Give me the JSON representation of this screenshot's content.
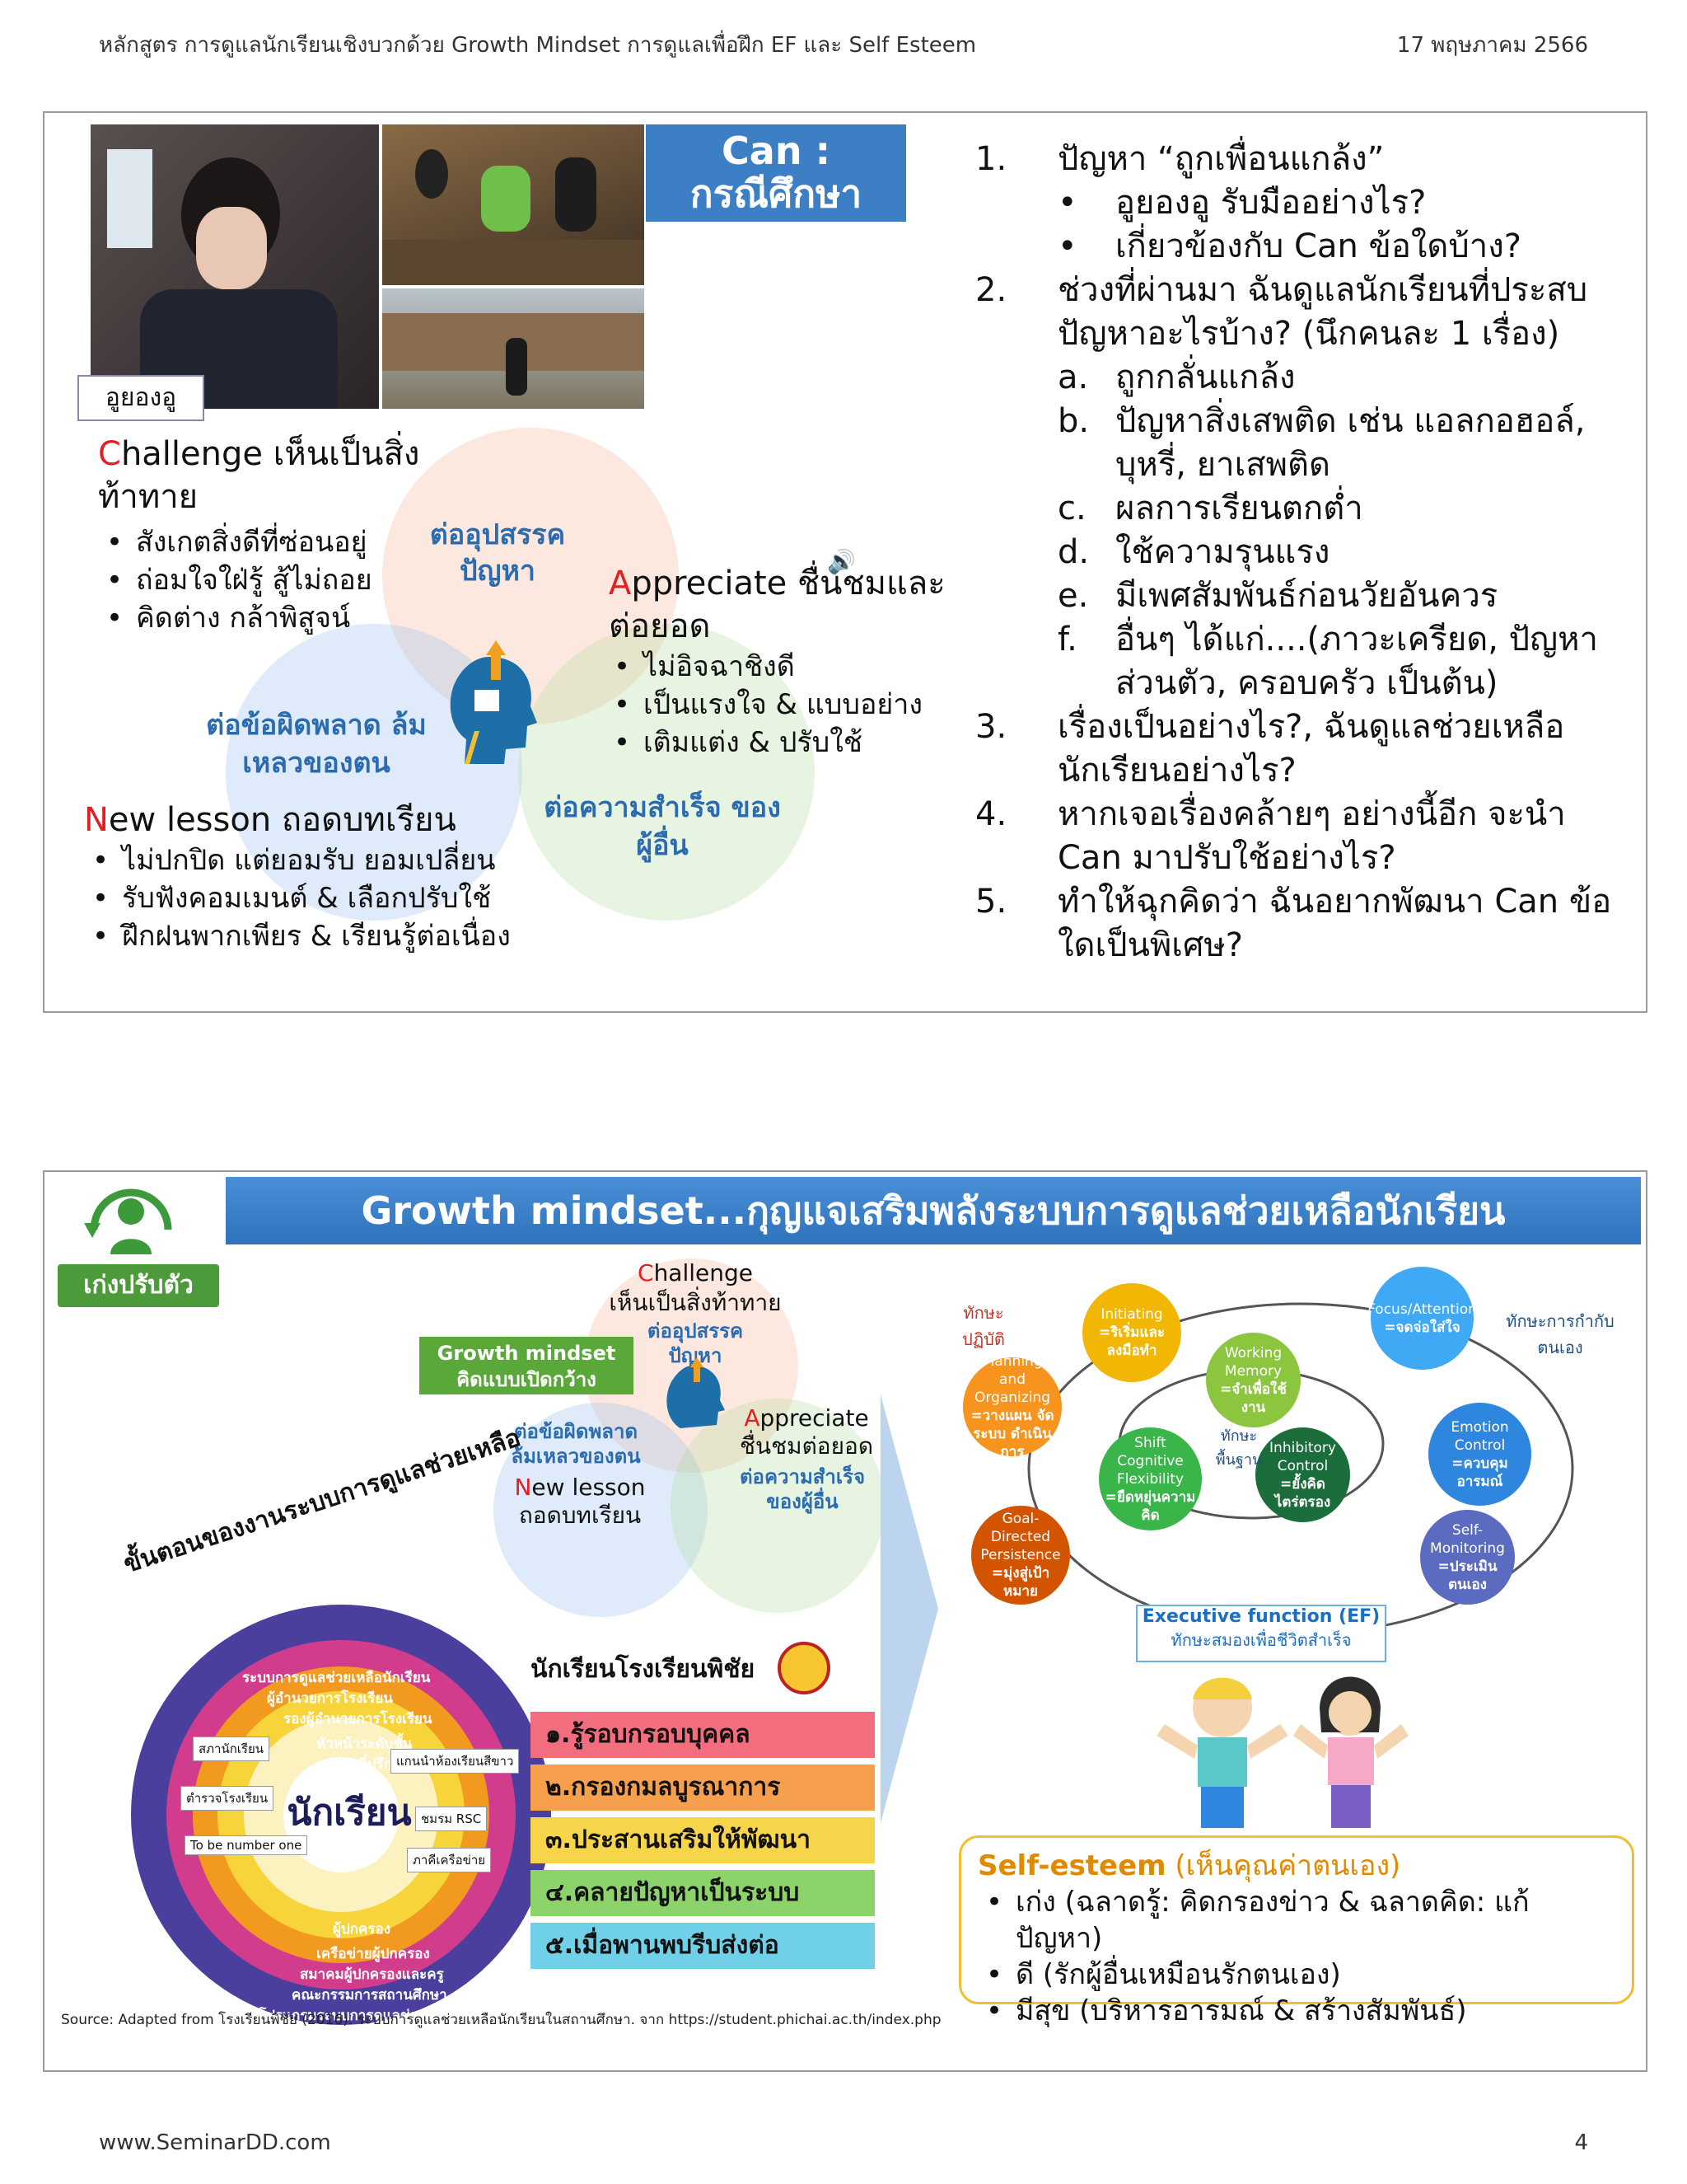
{
  "header": {
    "course_title": "หลักสูตร การดูแลนักเรียนเชิงบวกด้วย Growth Mindset การดูแลเพื่อฝึก EF และ Self Esteem",
    "date": "17 พฤษภาคม 2566"
  },
  "slide1": {
    "photo_caption": "อูยองอู",
    "can_title_line1": "Can :",
    "can_title_line2": "กรณีศึกษา",
    "questions": [
      {
        "num": "1.",
        "text": "ปัญหา “ถูกเพื่อนแกล้ง”"
      },
      {
        "num": "•",
        "text": "อูยองอู รับมืออย่างไร?",
        "sub": true
      },
      {
        "num": "•",
        "text": "เกี่ยวข้องกับ Can ข้อใดบ้าง?",
        "sub": true
      },
      {
        "num": "2.",
        "text": "ช่วงที่ผ่านมา ฉันดูแลนักเรียนที่ประสบปัญหาอะไรบ้าง? (นึกคนละ 1 เรื่อง)"
      },
      {
        "num": "a.",
        "text": "ถูกกลั่นแกล้ง",
        "sub": true
      },
      {
        "num": "b.",
        "text": "ปัญหาสิ่งเสพติด เช่น แอลกอฮอล์, บุหรี่, ยาเสพติด",
        "sub": true
      },
      {
        "num": "c.",
        "text": "ผลการเรียนตกต่ำ",
        "sub": true
      },
      {
        "num": "d.",
        "text": "ใช้ความรุนแรง",
        "sub": true
      },
      {
        "num": "e.",
        "text": "มีเพศสัมพันธ์ก่อนวัยอันควร",
        "sub": true
      },
      {
        "num": "f.",
        "text": "อื่นๆ ได้แก่....(ภาวะเครียด, ปัญหาส่วนตัว, ครอบครัว เป็นต้น)",
        "sub": true
      },
      {
        "num": "3.",
        "text": "เรื่องเป็นอย่างไร?, ฉันดูแลช่วยเหลือนักเรียนอย่างไร?"
      },
      {
        "num": "4.",
        "text": "หากเจอเรื่องคล้ายๆ อย่างนี้อีก จะนำ Can มาปรับใช้อย่างไร?"
      },
      {
        "num": "5.",
        "text": "ทำให้ฉุกคิดว่า ฉันอยากพัฒนา Can ข้อใดเป็นพิเศษ?"
      }
    ],
    "challenge": {
      "letter": "C",
      "rest": "hallenge เห็นเป็นสิ่งท้าทาย",
      "bullets": [
        "สังเกตสิ่งดีที่ซ่อนอยู่",
        "ถ่อมใจใฝ่รู้ สู้ไม่ถอย",
        "คิดต่าง กล้าพิสูจน์"
      ]
    },
    "appreciate": {
      "letter": "A",
      "rest": "ppreciate ชื่นชมและต่อยอด",
      "bullets": [
        "ไม่อิจฉาชิงดี",
        "เป็นแรงใจ & แบบอย่าง",
        "เติมแต่ง & ปรับใช้"
      ]
    },
    "newlesson": {
      "letter": "N",
      "rest": "ew lesson ถอดบทเรียน",
      "bullets": [
        "ไม่ปกปิด แต่ยอมรับ ยอมเปลี่ยน",
        "รับฟังคอมเมนต์ & เลือกปรับใช้",
        "ฝึกฝนพากเพียร & เรียนรู้ต่อเนื่อง"
      ]
    },
    "venn_top": "ต่ออุปสรรค ปัญหา",
    "venn_left": "ต่อข้อผิดพลาด ล้มเหลวของตน",
    "venn_right": "ต่อความสำเร็จ ของผู้อื่น"
  },
  "slide2": {
    "banner": "Growth mindset...กุญแจเสริมพลังระบบการดูแลช่วยเหลือนักเรียน",
    "tag": "เก่งปรับตัว",
    "gm_label_line1": "Growth mindset",
    "gm_label_line2": "คิดแบบเปิดกว้าง",
    "venn": {
      "challenge_letter": "C",
      "challenge_rest": "hallenge",
      "challenge_sub": "เห็นเป็นสิ่งท้าทาย",
      "top": "ต่ออุปสรรค ปัญหา",
      "appreciate_letter": "A",
      "appreciate_rest": "ppreciate",
      "appreciate_sub": "ชื่นชมต่อยอด",
      "right": "ต่อความสำเร็จ ของผู้อื่น",
      "left": "ต่อข้อผิดพลาด ล้มเหลวของตน",
      "new_letter": "N",
      "new_rest": "ew lesson",
      "new_sub": "ถอดบทเรียน"
    },
    "system_title": "ขั้นตอนของงานระบบการดูแลช่วยเหลือ",
    "school_label": "นักเรียนโรงเรียนพิชัย",
    "center_label": "นักเรียน",
    "ring_labels": [
      "ระบบการดูแลช่วยเหลือนักเรียน",
      "ผู้อำนวยการโรงเรียน",
      "รองผู้อำนวยการโรงเรียน",
      "หัวหน้าระดับชั้น",
      "ครูที่ปรึกษา",
      "ผู้ปกครอง",
      "เครือข่ายผู้ปกครอง",
      "สมาคมผู้ปกครองและครู",
      "คณะกรรมการสถานศึกษา",
      "โปรแกรมระบบการดูแลช่วยเหลือนักเรียน"
    ],
    "inner_labels": [
      "สภานักเรียน",
      "แกนนำห้องเรียนสีขาว",
      "ตำรวจโรงเรียน",
      "ชมรม RSC",
      "To be number one",
      "ภาคีเครือข่าย"
    ],
    "steps": [
      "๑.รู้รอบกรอบบุคคล",
      "๒.กรองกมลบูรณาการ",
      "๓.ประสานเสริมให้พัฒนา",
      "๔.คลายปัญหาเป็นระบบ",
      "๕.เมื่อพานพบรีบส่งต่อ"
    ],
    "ef": {
      "practice_label": "ทักษะปฏิบัติ",
      "self_reg_label": "ทักษะการกำกับตนเอง",
      "base_label": "ทักษะพื้นฐาน",
      "title": "Executive function (EF)",
      "subtitle": "ทักษะสมองเพื่อชีวิตสำเร็จ",
      "circles": [
        {
          "name": "Initiating",
          "th": "=ริเริ่มและลงมือทำ",
          "color": "#f2b705"
        },
        {
          "name": "Working Memory",
          "th": "=จำเพื่อใช้งาน",
          "color": "#8cc63f"
        },
        {
          "name": "Focus/Attention",
          "th": "=จดจ่อใส่ใจ",
          "color": "#3fa9f5"
        },
        {
          "name": "Planning and Organizing",
          "th": "=วางแผน จัดระบบ ดำเนินการ",
          "color": "#f7941d"
        },
        {
          "name": "Shift Cognitive Flexibility",
          "th": "=ยืดหยุ่นความคิด",
          "color": "#39b54a"
        },
        {
          "name": "Inhibitory Control",
          "th": "=ยั้งคิด ไตร่ตรอง",
          "color": "#1b6e3c"
        },
        {
          "name": "Emotion Control",
          "th": "=ควบคุมอารมณ์",
          "color": "#2e86de"
        },
        {
          "name": "Goal-Directed Persistence",
          "th": "=มุ่งสู่เป้าหมาย",
          "color": "#d35400"
        },
        {
          "name": "Self-Monitoring",
          "th": "=ประเมินตนเอง",
          "color": "#5b6bbf"
        }
      ]
    },
    "self_esteem": {
      "title": "Self-esteem",
      "title_th": "(เห็นคุณค่าตนเอง)",
      "bullets": [
        "เก่ง (ฉลาดรู้: คิดกรองข่าว & ฉลาดคิด: แก้ปัญหา)",
        "ดี (รักผู้อื่นเหมือนรักตนเอง)",
        "มีสุข (บริหารอารมณ์ & สร้างสัมพันธ์)"
      ]
    },
    "source": "Source: Adapted from โรงเรียนพิชัย (2016). ระบบการดูแลช่วยเหลือนักเรียนในสถานศึกษา. จาก https://student.phichai.ac.th/index.php"
  },
  "footer": {
    "website": "www.SeminarDD.com",
    "page_number": "4"
  }
}
